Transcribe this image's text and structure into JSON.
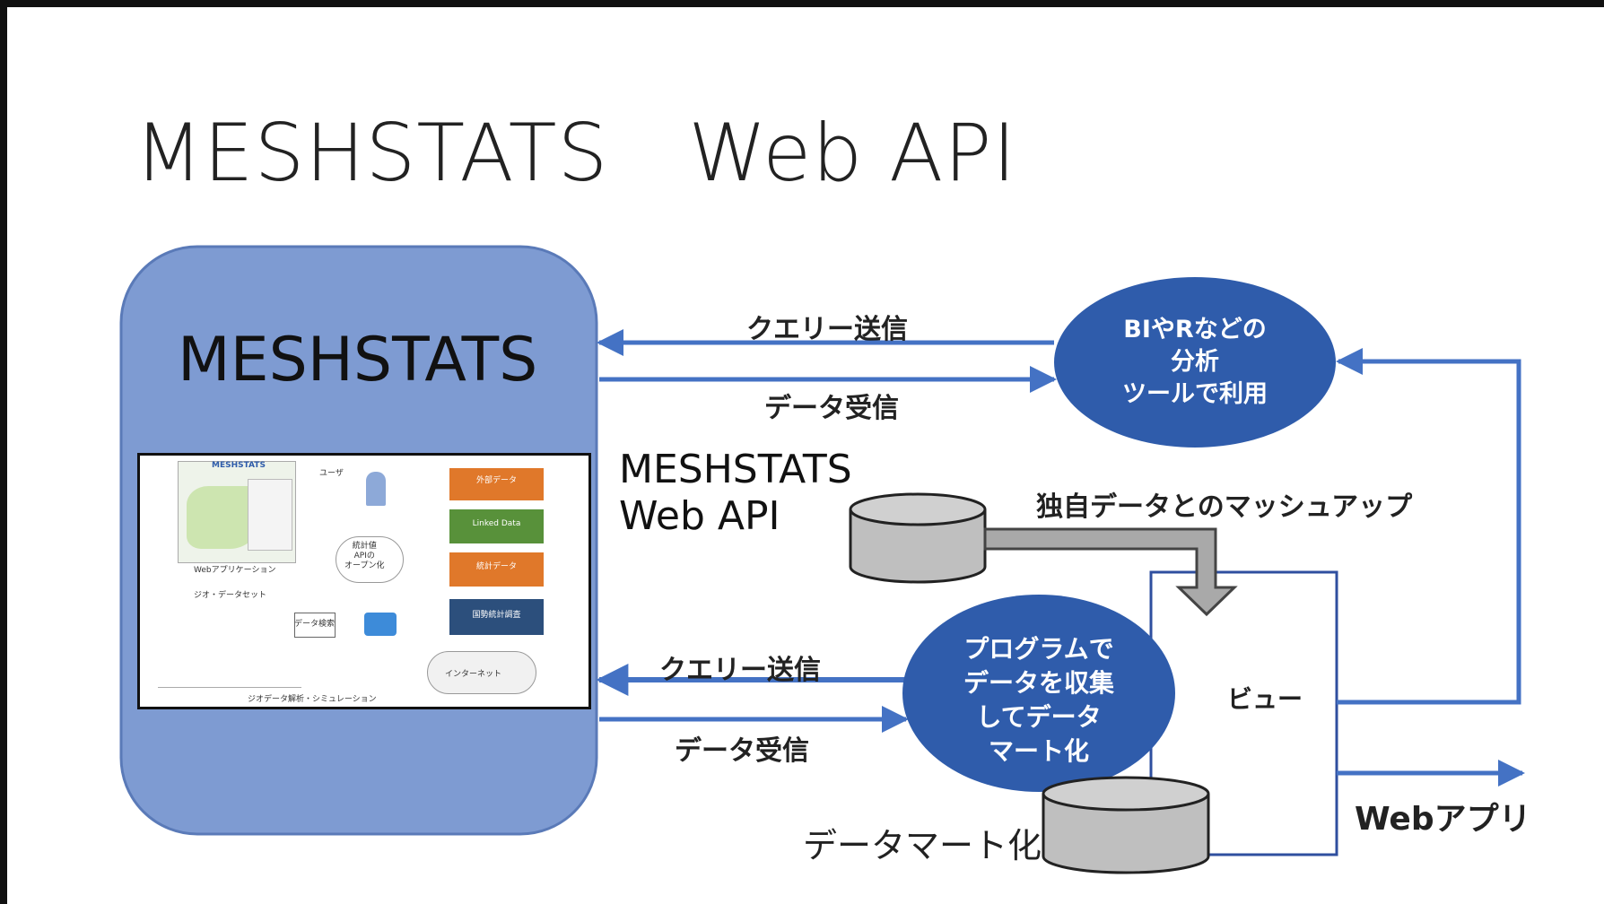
{
  "title": "MESHSTATS　Web API",
  "main_box": {
    "title": "MESHSTATS"
  },
  "web_api_label": [
    "MESHSTATS",
    "Web API"
  ],
  "bi_circle": {
    "text": "BIやRなどの\n分析\nツールで利用"
  },
  "program_circle": {
    "text": "プログラムで\nデータを収集\nしてデータ\nマート化"
  },
  "top_query_label": "クエリー送信",
  "top_receive_label": "データ受信",
  "bottom_query_label": "クエリー送信",
  "bottom_receive_label": "データ受信",
  "mashup_label": "独自データとのマッシュアップ",
  "view_label": "ビュー",
  "webapp_label": "Webアプリ",
  "datamart_label": "データマート化",
  "thumbnail": {
    "header": "MESHSTATS",
    "user_label": "ユーザ",
    "webapp_caption": "Webアプリケーション",
    "dataset_label": "ジオ・データセット",
    "search_label": "データ検索",
    "open_label": "統計値\nAPIの\nオープン化",
    "internet_label": "インターネット",
    "boxes": [
      "外部データ",
      "Linked Data",
      "統計データ",
      "国勢統計調査"
    ],
    "footer": "ジオデータ解析・シミュレーション"
  },
  "colors": {
    "main_box_fill": "#7e9bd2",
    "circle_fill": "#2f5cab",
    "arrow_blue": "#4472c4",
    "cylinder_fill": "#bfbfbf",
    "view_border": "#2f4f9f"
  }
}
